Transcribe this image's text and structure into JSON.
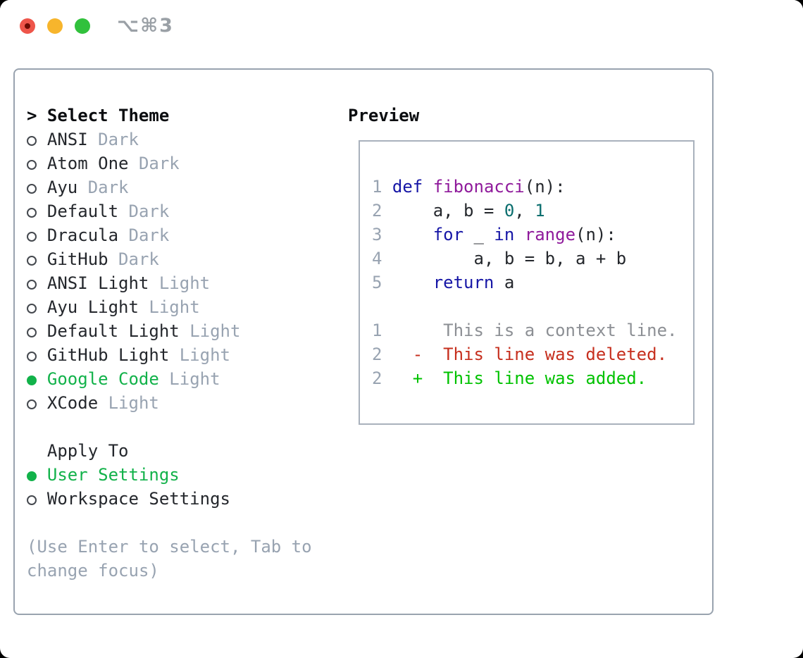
{
  "window": {
    "title": "⌥⌘3"
  },
  "colors": {
    "keyword": "#1616a6",
    "function": "#8f1a9b",
    "number": "#0a6e6e",
    "added": "#00c200",
    "deleted": "#c62f1e",
    "context": "#8c8f94",
    "selection": "#12b24a",
    "muted": "#98a3b1",
    "text": "#24272c",
    "header": "#0b0d10",
    "panel_border": "#99a3af",
    "box_border": "#a9b1bc",
    "title": "#9aa0a6",
    "light_red": "#ee554a",
    "light_red_dot": "#6d0b03",
    "light_yellow": "#f7b52c",
    "light_green": "#31c13c"
  },
  "theme_panel": {
    "header_marker": ">",
    "header_label": "Select Theme",
    "themes": [
      {
        "name": "ANSI",
        "variant": "Dark",
        "selected": false
      },
      {
        "name": "Atom One",
        "variant": "Dark",
        "selected": false
      },
      {
        "name": "Ayu",
        "variant": "Dark",
        "selected": false
      },
      {
        "name": "Default",
        "variant": "Dark",
        "selected": false
      },
      {
        "name": "Dracula",
        "variant": "Dark",
        "selected": false
      },
      {
        "name": "GitHub",
        "variant": "Dark",
        "selected": false
      },
      {
        "name": "ANSI Light",
        "variant": "Light",
        "selected": false
      },
      {
        "name": "Ayu Light",
        "variant": "Light",
        "selected": false
      },
      {
        "name": "Default Light",
        "variant": "Light",
        "selected": false
      },
      {
        "name": "GitHub Light",
        "variant": "Light",
        "selected": false
      },
      {
        "name": "Google Code",
        "variant": "Light",
        "selected": true
      },
      {
        "name": "XCode",
        "variant": "Light",
        "selected": false
      }
    ],
    "apply_to": {
      "label": "Apply To",
      "options": [
        {
          "label": "User Settings",
          "selected": true
        },
        {
          "label": "Workspace Settings",
          "selected": false
        }
      ]
    },
    "help_lines": [
      "(Use Enter to select, Tab to",
      "change focus)"
    ]
  },
  "preview": {
    "title": "Preview",
    "code_lines": [
      {
        "num": "1",
        "tokens": [
          {
            "t": "def",
            "c": "kw"
          },
          {
            "t": " "
          },
          {
            "t": "fibonacci",
            "c": "fn"
          },
          {
            "t": "(n):"
          }
        ]
      },
      {
        "num": "2",
        "tokens": [
          {
            "t": "    a, b = "
          },
          {
            "t": "0",
            "c": "num"
          },
          {
            "t": ", "
          },
          {
            "t": "1",
            "c": "num"
          }
        ]
      },
      {
        "num": "3",
        "tokens": [
          {
            "t": "    "
          },
          {
            "t": "for",
            "c": "kw"
          },
          {
            "t": " _ "
          },
          {
            "t": "in",
            "c": "kw"
          },
          {
            "t": " "
          },
          {
            "t": "range",
            "c": "fn"
          },
          {
            "t": "(n):"
          }
        ]
      },
      {
        "num": "4",
        "tokens": [
          {
            "t": "        a, b = b, a + b"
          }
        ]
      },
      {
        "num": "5",
        "tokens": [
          {
            "t": "    "
          },
          {
            "t": "return",
            "c": "kw"
          },
          {
            "t": " a"
          }
        ]
      }
    ],
    "diff_lines": [
      {
        "num": "1",
        "kind": "context",
        "marker": " ",
        "text": "This is a context line."
      },
      {
        "num": "2",
        "kind": "deleted",
        "marker": "-",
        "text": "This line was deleted."
      },
      {
        "num": "2",
        "kind": "added",
        "marker": "+",
        "text": "This line was added."
      }
    ]
  }
}
